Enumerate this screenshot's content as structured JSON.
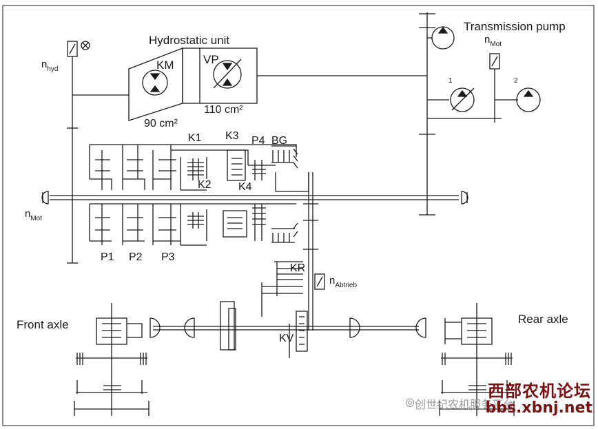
{
  "labels": {
    "hydrostatic_unit": "Hydrostatic unit",
    "transmission_pump": "Transmission pump",
    "km": "KM",
    "vp": "VP",
    "displacement_km": "90 cm²",
    "displacement_vp": "110 cm²",
    "n_hyd_base": "n",
    "n_hyd_sub": "hyd",
    "n_mot_top_base": "n",
    "n_mot_top_sub": "Mot",
    "n_mot_left_base": "n",
    "n_mot_left_sub": "Mot",
    "n_abtrieb_base": "n",
    "n_abtrieb_sub": "Abtrieb",
    "k1": "K1",
    "k2": "K2",
    "k3": "K3",
    "k4": "K4",
    "p4": "P4",
    "bg": "BG",
    "p1": "P1",
    "p2": "P2",
    "p3": "P3",
    "kr": "KR",
    "kv": "KV",
    "pump_1": "1",
    "pump_2": "2",
    "front_axle": "Front axle",
    "rear_axle": "Rear axle"
  },
  "watermark": {
    "forum_cn": "西部农机论坛",
    "url": "bbs.xbnj.net",
    "sub_text": "创世纪农机服务平台"
  },
  "colors": {
    "line": "#1a1a1a",
    "watermark": "#7a1010",
    "background": "#ffffff"
  }
}
